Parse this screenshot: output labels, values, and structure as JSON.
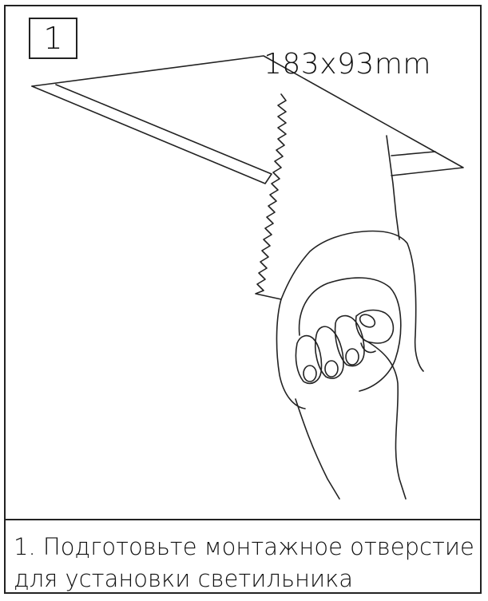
{
  "step": {
    "number": "1",
    "dimensions": "183x93mm"
  },
  "caption": {
    "line1": "1. Подготовьте монтажное отверстие",
    "line2": "для установки светильника"
  },
  "illustration": {
    "subject": "hand-holding-saw-cutting-ceiling-panel",
    "stroke_color": "#222222"
  }
}
